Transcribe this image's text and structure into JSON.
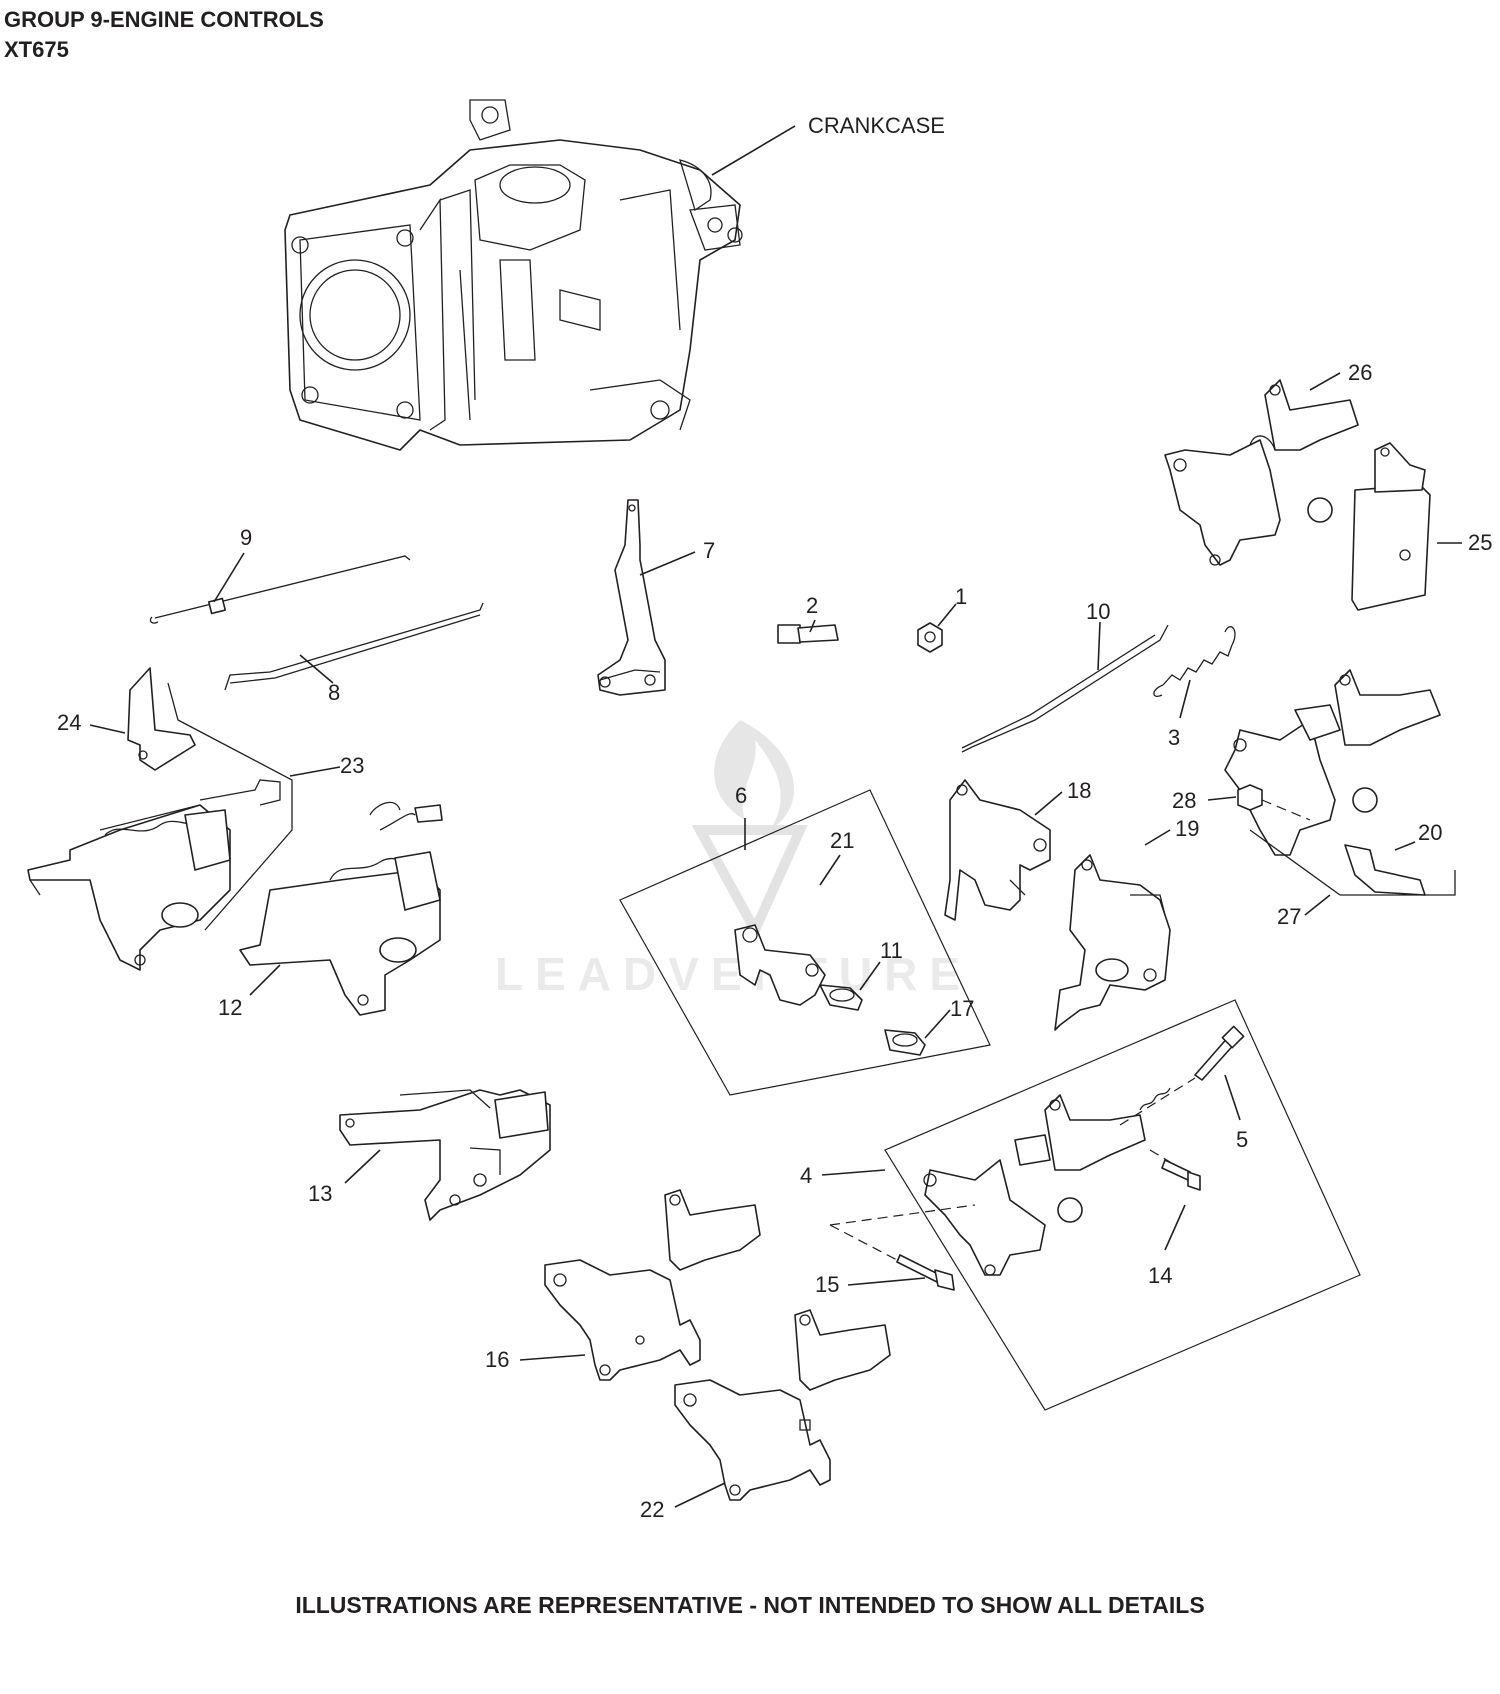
{
  "header": {
    "title_line1": "GROUP 9-ENGINE CONTROLS",
    "title_line2": "XT675"
  },
  "footer": {
    "disclaimer": "ILLUSTRATIONS ARE REPRESENTATIVE - NOT INTENDED TO SHOW ALL DETAILS"
  },
  "watermark": {
    "text": "LEADVENTURE"
  },
  "callouts": {
    "crankcase": "CRANKCASE",
    "c1": "1",
    "c2": "2",
    "c3": "3",
    "c4": "4",
    "c5": "5",
    "c6": "6",
    "c7": "7",
    "c8": "8",
    "c9": "9",
    "c10": "10",
    "c11": "11",
    "c12": "12",
    "c13": "13",
    "c14": "14",
    "c15": "15",
    "c16": "16",
    "c17": "17",
    "c18": "18",
    "c19": "19",
    "c20": "20",
    "c21": "21",
    "c22": "22",
    "c23": "23",
    "c24": "24",
    "c25": "25",
    "c26": "26",
    "c27": "27",
    "c28": "28"
  }
}
